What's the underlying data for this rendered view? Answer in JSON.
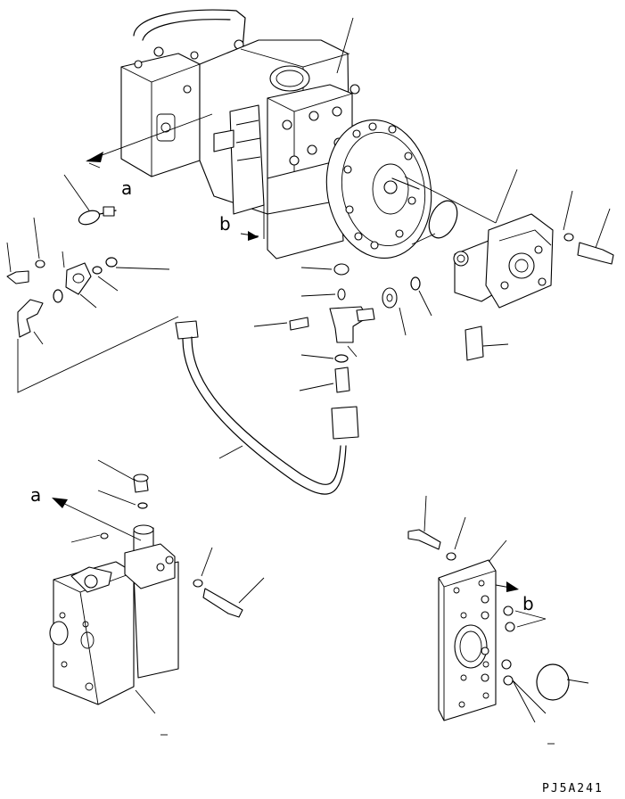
{
  "diagram": {
    "view_letters": {
      "a": "a",
      "b": "b"
    },
    "drawing_code": "PJ5A241"
  }
}
